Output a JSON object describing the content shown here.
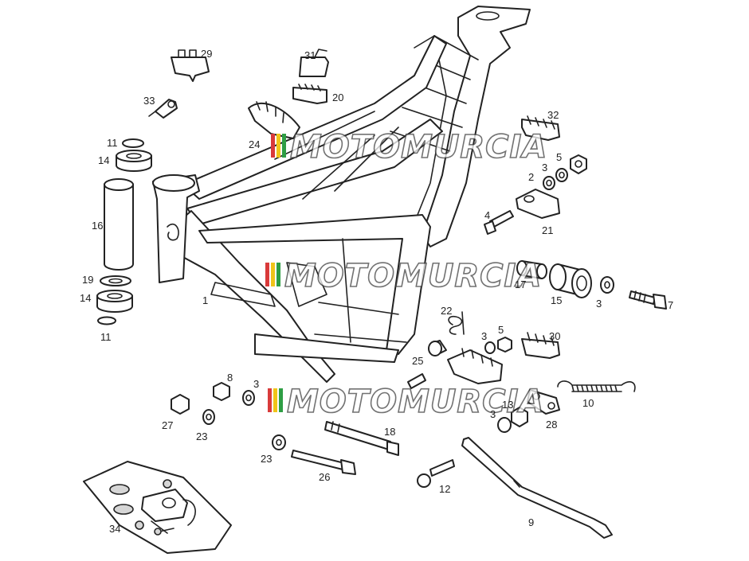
{
  "watermark": {
    "text": "MOTOMURCIA",
    "colors": [
      "#d93a3a",
      "#f0c419",
      "#2e9e44"
    ]
  },
  "callouts": {
    "c1": "1",
    "c2": "2",
    "c3a": "3",
    "c3b": "3",
    "c3c": "3",
    "c3d": "3",
    "c3e": "3",
    "c4": "4",
    "c5a": "5",
    "c5b": "5",
    "c7": "7",
    "c8": "8",
    "c9": "9",
    "c10": "10",
    "c11a": "11",
    "c11b": "11",
    "c12": "12",
    "c13": "13",
    "c14a": "14",
    "c14b": "14",
    "c15": "15",
    "c16": "16",
    "c17": "17",
    "c18": "18",
    "c19": "19",
    "c20": "20",
    "c21": "21",
    "c22": "22",
    "c23a": "23",
    "c23b": "23",
    "c24": "24",
    "c25": "25",
    "c26": "26",
    "c27": "27",
    "c28": "28",
    "c29": "29",
    "c30": "30",
    "c31": "31",
    "c32": "32",
    "c33": "33",
    "c34": "34"
  }
}
